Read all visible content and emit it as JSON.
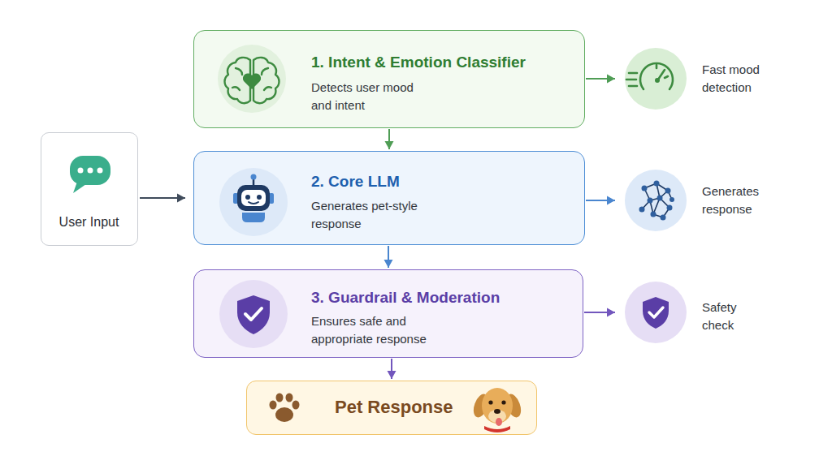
{
  "diagram": {
    "nodes": [
      {
        "text": [
          "User Input"
        ]
      },
      {
        "text": [
          "1. Intent & Emotion Classifier",
          "Detects user mood and intent"
        ]
      },
      {
        "text": [
          "Fast mood detection"
        ]
      },
      {
        "text": [
          "2. Core LLM",
          "Generates pet-style response"
        ]
      },
      {
        "text": [
          "Generates response"
        ]
      },
      {
        "text": [
          "3. Guardrail & Moderation",
          "Ensures safe and appropriate response"
        ]
      },
      {
        "text": [
          "Safety check"
        ]
      },
      {
        "text": [
          "Pet Response"
        ]
      }
    ],
    "edges": [
      {
        "from": 0,
        "to": 3,
        "arrow": "to"
      },
      {
        "from": 1,
        "to": 2,
        "arrow": "to"
      },
      {
        "from": 1,
        "to": 3,
        "arrow": "to"
      },
      {
        "from": 3,
        "to": 4,
        "arrow": "to"
      },
      {
        "from": 3,
        "to": 5,
        "arrow": "to"
      },
      {
        "from": 5,
        "to": 6,
        "arrow": "to"
      },
      {
        "from": 5,
        "to": 7,
        "arrow": "to"
      }
    ]
  }
}
